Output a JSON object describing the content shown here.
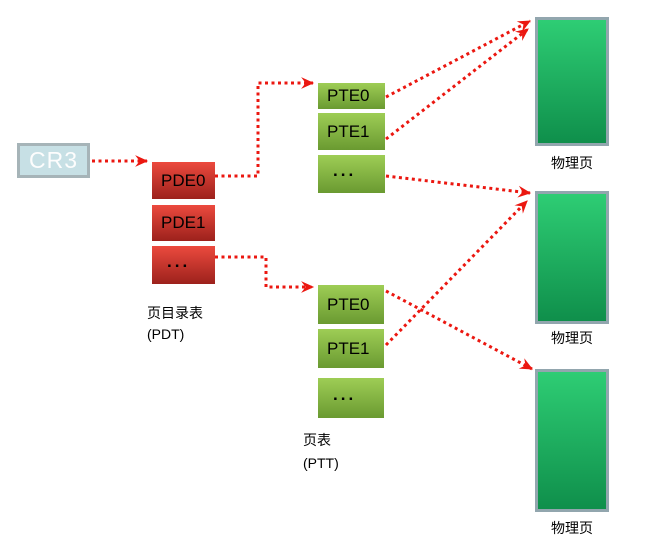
{
  "diagram": {
    "cr3_label": "CR3",
    "pdt": {
      "caption": "页目录表\n(PDT)",
      "rows": [
        "PDE0",
        "PDE1",
        "..."
      ]
    },
    "ptt_top": {
      "rows": [
        "PTE0",
        "PTE1",
        "..."
      ]
    },
    "ptt_bottom": {
      "caption": "页表\n(PTT)",
      "rows": [
        "PTE0",
        "PTE1",
        "..."
      ]
    },
    "pages": [
      "物理页",
      "物理页",
      "物理页"
    ],
    "edges": [
      {
        "from": "cr3",
        "to": "pdt.pde0"
      },
      {
        "from": "pdt.pde0",
        "to": "ptt_top.pte0"
      },
      {
        "from": "pdt.ellipsis",
        "to": "ptt_bottom.pte0"
      },
      {
        "from": "ptt_top.pte0",
        "to": "physical-page-1"
      },
      {
        "from": "ptt_top.pte1",
        "to": "physical-page-1"
      },
      {
        "from": "ptt_top.ellipsis",
        "to": "physical-page-2"
      },
      {
        "from": "ptt_bottom.pte1",
        "to": "physical-page-2"
      },
      {
        "from": "ptt_bottom.pte0",
        "to": "physical-page-3"
      }
    ],
    "colors": {
      "arrow": "#eb1710",
      "pde_top": "#ec4a3e",
      "pde_bottom": "#9c211c",
      "pte_top": "#9ecd55",
      "pte_bottom": "#6a9a31",
      "page_top": "#2ecd74",
      "page_bottom": "#0f8f4b",
      "cr3_fill": "#c7e0e5",
      "cr3_border": "#a6b4b8",
      "page_border": "#92a6ae"
    }
  }
}
